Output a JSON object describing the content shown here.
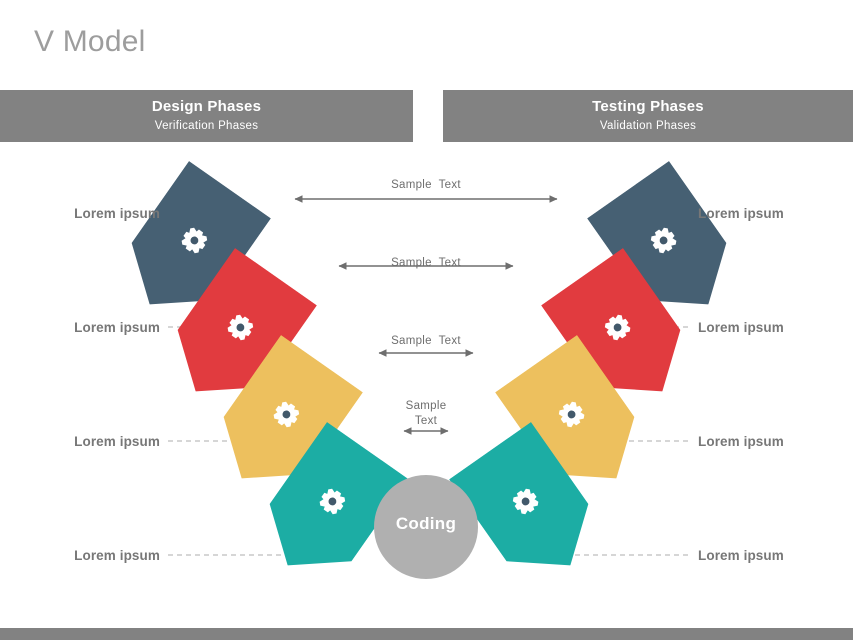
{
  "page": {
    "title": "V Model",
    "background_color": "#ffffff",
    "header_bar_color": "#828282",
    "bottom_bar_color": "#828282"
  },
  "headers": {
    "left": {
      "title": "Design Phases",
      "subtitle": "Verification  Phases"
    },
    "right": {
      "title": "Testing Phases",
      "subtitle": "Validation  Phases"
    }
  },
  "center_node": {
    "label": "Coding",
    "color": "#b0b0b0",
    "text_color": "#ffffff"
  },
  "palette": {
    "slate": "#466073",
    "red": "#e13b3f",
    "yellow": "#edc05e",
    "teal": "#1cada4",
    "gray": "#b0b0b0",
    "connector": "#c9c9c9",
    "arrow": "#6e6e6e",
    "label_text": "#777777"
  },
  "left_phases": [
    {
      "index": 1,
      "color": "#466073",
      "icon": "gear-icon",
      "label": "Lorem ipsum"
    },
    {
      "index": 2,
      "color": "#e13b3f",
      "icon": "gear-icon",
      "label": "Lorem ipsum"
    },
    {
      "index": 3,
      "color": "#edc05e",
      "icon": "gear-icon",
      "label": "Lorem ipsum"
    },
    {
      "index": 4,
      "color": "#1cada4",
      "icon": "gear-icon",
      "label": "Lorem ipsum"
    }
  ],
  "right_phases": [
    {
      "index": 1,
      "color": "#466073",
      "icon": "gear-icon",
      "label": "Lorem ipsum"
    },
    {
      "index": 2,
      "color": "#e13b3f",
      "icon": "gear-icon",
      "label": "Lorem ipsum"
    },
    {
      "index": 3,
      "color": "#edc05e",
      "icon": "gear-icon",
      "label": "Lorem ipsum"
    },
    {
      "index": 4,
      "color": "#1cada4",
      "icon": "gear-icon",
      "label": "Lorem ipsum"
    }
  ],
  "cross_arrows": [
    {
      "index": 1,
      "label": "Sample  Text"
    },
    {
      "index": 2,
      "label": "Sample  Text"
    },
    {
      "index": 3,
      "label": "Sample  Text"
    },
    {
      "index": 4,
      "label": "Sample\nText"
    }
  ]
}
